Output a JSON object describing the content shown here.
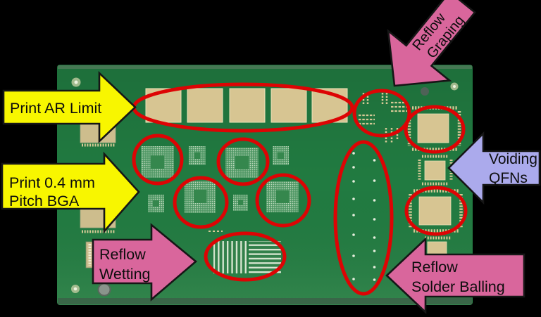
{
  "scene": {
    "description": "Annotated photo of a green PCB process test board with defect regions circled",
    "background_color": "#000000",
    "board_color": "#217b41",
    "pad_color": "#d7c592",
    "highlight_color": "#dd0404"
  },
  "arrows": {
    "print_ar_limit": {
      "label": "Print AR Limit",
      "color": "#f8f600"
    },
    "print_bga": {
      "line1": "Print 0.4 mm",
      "line2": "Pitch BGA",
      "color": "#f8f600"
    },
    "reflow_graping": {
      "line1": "Reflow",
      "line2": "Graping",
      "color": "#d9669c"
    },
    "voiding_qfns": {
      "line1": "Voiding",
      "line2": "QFNs",
      "color": "#abaaec"
    },
    "reflow_wetting": {
      "line1": "Reflow",
      "line2": "Wetting",
      "color": "#d9669c"
    },
    "reflow_solder_balling": {
      "line1": "Reflow",
      "line2": "Solder Balling",
      "color": "#d9669c"
    }
  }
}
